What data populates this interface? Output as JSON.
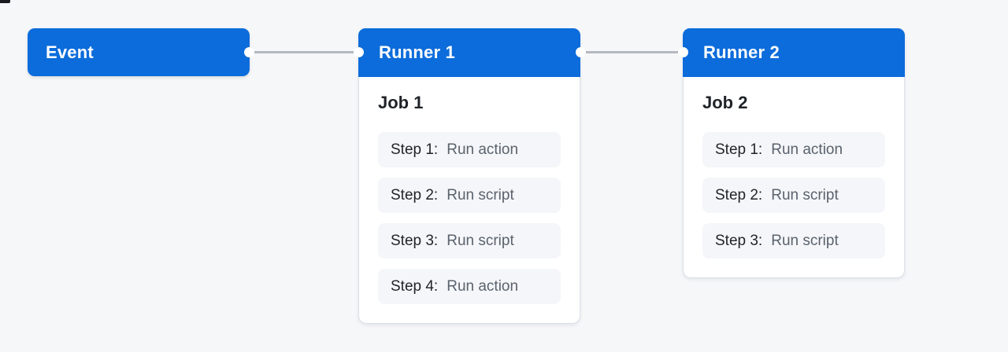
{
  "diagram": {
    "colors": {
      "background": "#f6f7f9",
      "node_blue": "#0c6cdb",
      "connector_gray": "#b4b9c0",
      "card_white": "#ffffff",
      "step_bg": "#f5f6f9",
      "text_dark": "#1f2328",
      "text_gray": "#59626d"
    },
    "event": {
      "label": "Event"
    },
    "runners": [
      {
        "title": "Runner 1",
        "job": {
          "title": "Job 1",
          "steps": [
            {
              "label": "Step 1:",
              "action": "Run action"
            },
            {
              "label": "Step 2:",
              "action": "Run script"
            },
            {
              "label": "Step 3:",
              "action": "Run script"
            },
            {
              "label": "Step 4:",
              "action": "Run action"
            }
          ]
        }
      },
      {
        "title": "Runner 2",
        "job": {
          "title": "Job 2",
          "steps": [
            {
              "label": "Step 1:",
              "action": "Run action"
            },
            {
              "label": "Step 2:",
              "action": "Run script"
            },
            {
              "label": "Step 3:",
              "action": "Run script"
            }
          ]
        }
      }
    ]
  }
}
